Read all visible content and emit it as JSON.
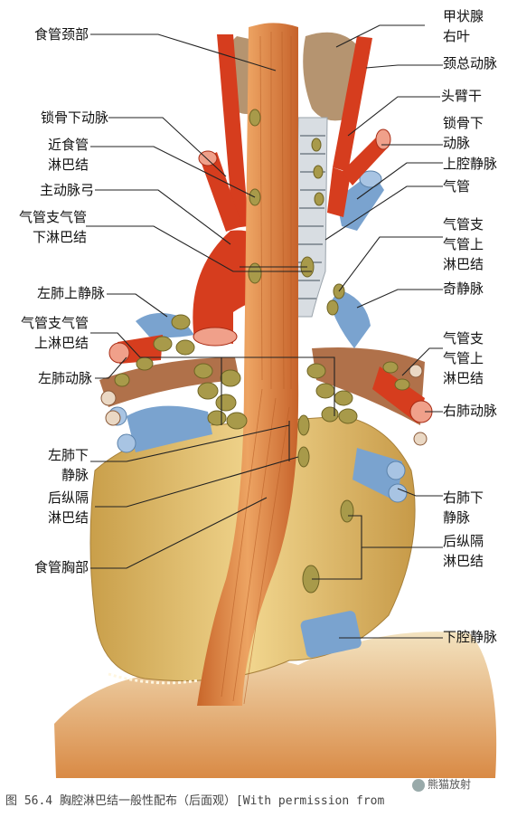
{
  "labels": {
    "esophagus_cervical": "食管颈部",
    "thyroid_right_lobe_1": "甲状腺",
    "thyroid_right_lobe_2": "右叶",
    "common_carotid": "颈总动脉",
    "subclavian_artery_left": "锁骨下动脉",
    "brachiocephalic_trunk": "头臂干",
    "paraesophageal_nodes_1": "近食管",
    "paraesophageal_nodes_2": "淋巴结",
    "subclavian_artery_right_1": "锁骨下",
    "subclavian_artery_right_2": "动脉",
    "aortic_arch": "主动脉弓",
    "superior_vena_cava": "上腔静脉",
    "trachea": "气管",
    "inferior_tracheobronchial_nodes_1": "气管支气管",
    "inferior_tracheobronchial_nodes_2": "下淋巴结",
    "superior_tracheobronchial_nodes_right_1": "气管支",
    "superior_tracheobronchial_nodes_right_2": "气管上",
    "superior_tracheobronchial_nodes_right_3": "淋巴结",
    "azygos_vein": "奇静脉",
    "left_superior_pulmonary_vein": "左肺上静脉",
    "superior_tracheobronchial_nodes_left_1": "气管支气管",
    "superior_tracheobronchial_nodes_left_2": "上淋巴结",
    "bronchopulmonary_nodes_right_1": "气管支",
    "bronchopulmonary_nodes_right_2": "气管上",
    "bronchopulmonary_nodes_right_3": "淋巴结",
    "left_pulmonary_artery": "左肺动脉",
    "right_pulmonary_artery": "右肺动脉",
    "left_inferior_pulmonary_vein_1": "左肺下",
    "left_inferior_pulmonary_vein_2": "静脉",
    "right_inferior_pulmonary_vein_1": "右肺下",
    "right_inferior_pulmonary_vein_2": "静脉",
    "posterior_mediastinal_nodes_left_1": "后纵隔",
    "posterior_mediastinal_nodes_left_2": "淋巴结",
    "posterior_mediastinal_nodes_right_1": "后纵隔",
    "posterior_mediastinal_nodes_right_2": "淋巴结",
    "esophagus_thoracic": "食管胸部",
    "inferior_vena_cava": "下腔静脉"
  },
  "caption": "图 56.4  胸腔淋巴结一般性配布（后面观）[With permission from",
  "watermark": "熊猫放射",
  "colors": {
    "esophagus": "#e2873f",
    "artery": "#d63d1e",
    "vein": "#7aa3cf",
    "node": "#a89a4a",
    "heart": "#e9c877",
    "thyroid": "#b59470",
    "leader": "#222222"
  }
}
